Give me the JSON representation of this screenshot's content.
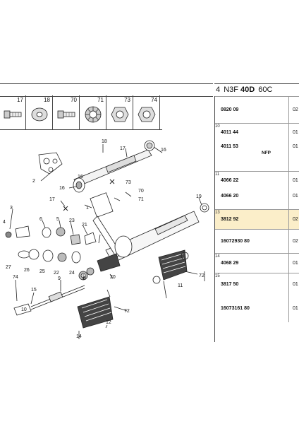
{
  "header": {
    "model": "4",
    "code1": "N3F",
    "code2": "40D",
    "code3": "60C"
  },
  "icon_cells": [
    {
      "num": "17",
      "icon": "bolt-icon"
    },
    {
      "num": "18",
      "icon": "washer-icon"
    },
    {
      "num": "70",
      "icon": "bolt-icon"
    },
    {
      "num": "71",
      "icon": "lock-washer-icon"
    },
    {
      "num": "73",
      "icon": "nut-icon"
    },
    {
      "num": "74",
      "icon": "nut-icon"
    }
  ],
  "diagram_labels": [
    "18",
    "16",
    "17",
    "2",
    "1",
    "16",
    "73",
    "70",
    "71",
    "17",
    "16",
    "19",
    "3",
    "6",
    "5",
    "23",
    "21",
    "4",
    "27",
    "26",
    "25",
    "22",
    "24",
    "20",
    "72",
    "11",
    "74",
    "15",
    "10",
    "9",
    "8",
    "72",
    "12",
    "14"
  ],
  "table_rows": [
    {
      "code": "",
      "lines": [
        {
          "part": "0820 09",
          "qty": "02"
        }
      ],
      "highlight": false
    },
    {
      "code": "10",
      "lines": [
        {
          "part": "4011 44",
          "qty": "01"
        },
        {
          "part": "4011 53",
          "qty": "01",
          "note": "NFP"
        }
      ],
      "highlight": false
    },
    {
      "code": "11",
      "lines": [
        {
          "part": "4066 22",
          "qty": "01"
        },
        {
          "part": "4066 20",
          "qty": "01"
        }
      ],
      "highlight": false
    },
    {
      "code": "13",
      "lines": [
        {
          "part": "3812 92",
          "qty": "02"
        }
      ],
      "highlight": true
    },
    {
      "code": "",
      "lines": [
        {
          "part": "16072930 80",
          "qty": "02"
        }
      ],
      "highlight": false
    },
    {
      "code": "14",
      "lines": [
        {
          "part": "4068 29",
          "qty": "01"
        }
      ],
      "highlight": false
    },
    {
      "code": "15",
      "lines": [
        {
          "part": "3817 50",
          "qty": "01"
        },
        {
          "part": "16073161 80",
          "qty": "01"
        }
      ],
      "highlight": false
    }
  ]
}
